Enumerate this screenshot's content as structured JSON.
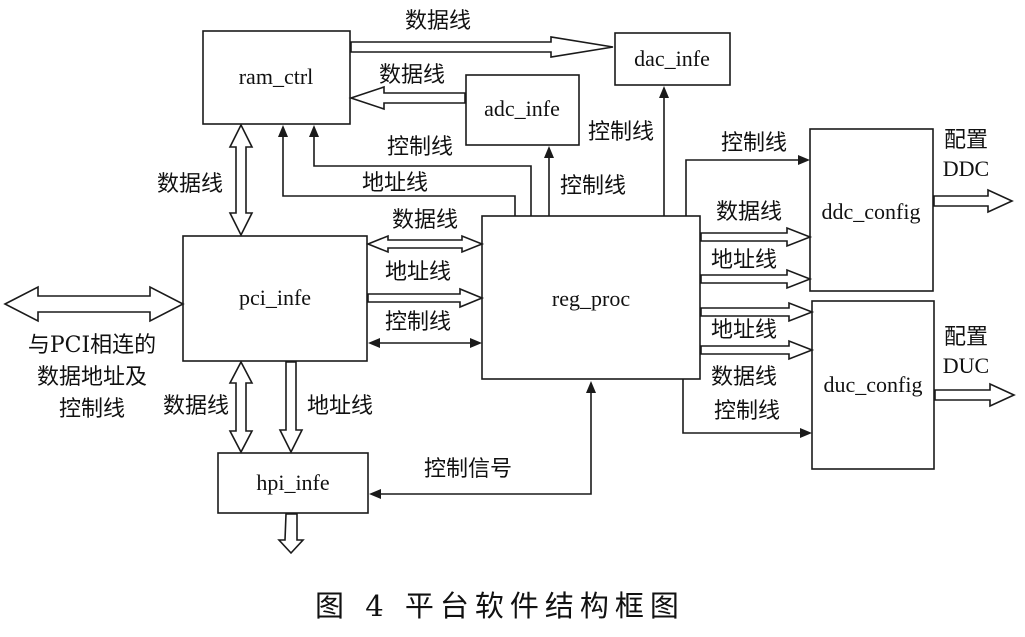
{
  "blocks": {
    "ram_ctrl": "ram_ctrl",
    "dac_infe": "dac_infe",
    "adc_infe": "adc_infe",
    "pci_infe": "pci_infe",
    "reg_proc": "reg_proc",
    "hpi_infe": "hpi_infe",
    "ddc_config": "ddc_config",
    "duc_config": "duc_config"
  },
  "labels": {
    "data_line": "数据线",
    "control_line": "控制线",
    "address_line": "地址线",
    "control_signal": "控制信号",
    "pci_line1": "与PCI相连的",
    "pci_line2": "数据地址及",
    "pci_line3": "控制线",
    "config_ddc_1": "配置",
    "config_ddc_2": "DDC",
    "config_duc_1": "配置",
    "config_duc_2": "DUC"
  },
  "caption": "图 4  平台软件结构框图"
}
